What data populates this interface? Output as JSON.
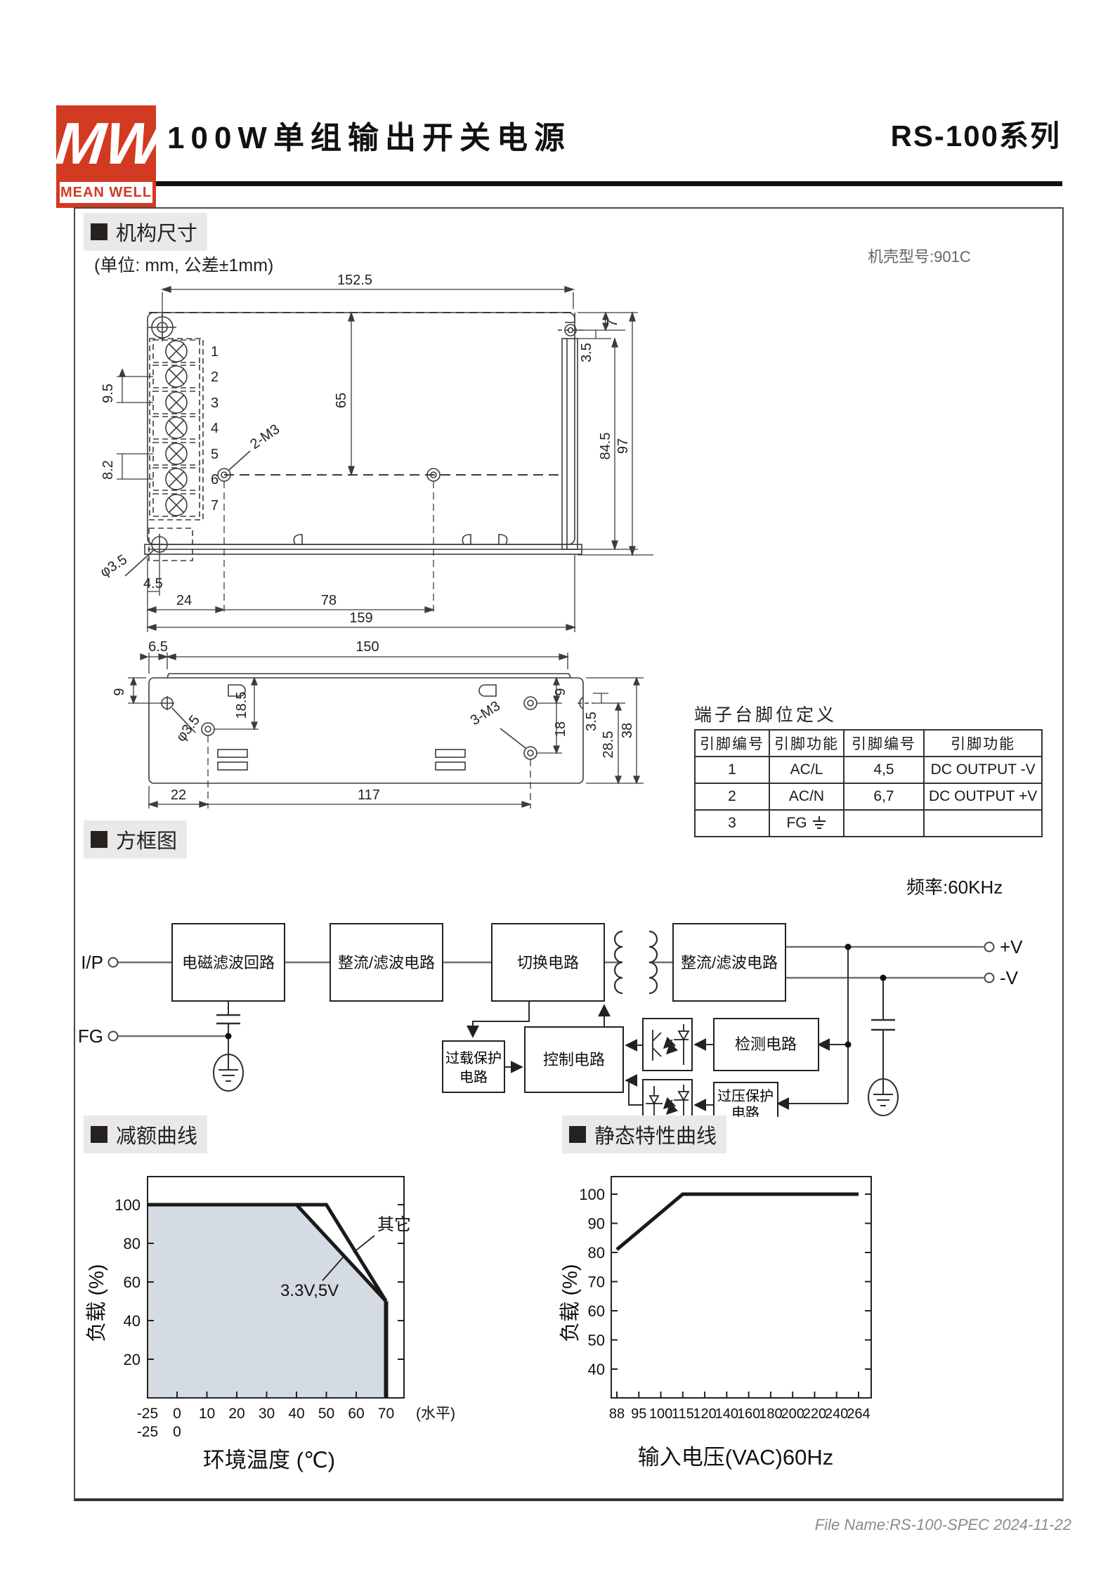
{
  "header": {
    "logo_mw": "MW",
    "logo_text": "MEAN WELL",
    "title": "100W单组输出开关电源",
    "series": "RS-100系列"
  },
  "sections": {
    "mech": "机构尺寸",
    "block": "方框图",
    "derating": "减额曲线",
    "static": "静态特性曲线"
  },
  "mech": {
    "unit_note": "(单位: mm, 公差±1mm)",
    "case_model": "机壳型号:901C",
    "top": {
      "terminals": [
        "1",
        "2",
        "3",
        "4",
        "5",
        "6",
        "7"
      ],
      "dims": {
        "w1525": "152.5",
        "h65": "65",
        "d7": "7",
        "d35": "3.5",
        "d845": "84.5",
        "d97": "97",
        "d95": "9.5",
        "d82": "8.2",
        "m3": "2-M3",
        "phi": "φ3.5",
        "d45": "4.5",
        "d24": "24",
        "d78": "78",
        "d159": "159"
      }
    },
    "bottom": {
      "dims": {
        "d65": "6.5",
        "d150": "150",
        "d9l": "9",
        "d185": "18.5",
        "phi": "φ3.5",
        "m3": "3-M3",
        "d9r": "9",
        "d18": "18",
        "d35": "3.5",
        "d285": "28.5",
        "d38": "38",
        "d22": "22",
        "d117": "117"
      }
    }
  },
  "pin_table": {
    "title": "端子台脚位定义",
    "headers": [
      "引脚编号",
      "引脚功能",
      "引脚编号",
      "引脚功能"
    ],
    "rows": [
      [
        "1",
        "AC/L",
        "4,5",
        "DC OUTPUT -V"
      ],
      [
        "2",
        "AC/N",
        "6,7",
        "DC OUTPUT +V"
      ],
      [
        "3",
        "FG",
        "",
        ""
      ]
    ]
  },
  "block_diagram": {
    "frequency": "频率:60KHz",
    "input_label": "I/P",
    "fg_label": "FG",
    "output_pos": "+V",
    "output_neg": "-V",
    "blocks": {
      "emi": "电磁滤波回路",
      "rect1": "整流/滤波电路",
      "switching": "切换电路",
      "rect2": "整流/滤波电路",
      "overload1": "过载保护",
      "overload2": "电路",
      "control": "控制电路",
      "detection": "检测电路",
      "ovp1": "过压保护",
      "ovp2": "电路"
    }
  },
  "chart_data": [
    {
      "type": "area",
      "title": "减额曲线",
      "xlabel": "环境温度 (℃)",
      "ylabel": "负载 (%)",
      "x_ticks": [
        -25,
        0,
        10,
        20,
        30,
        40,
        50,
        60,
        70
      ],
      "x_tick_extra": "(水平)",
      "x_second_row": [
        "-25",
        "0"
      ],
      "y_ticks": [
        20,
        40,
        60,
        80,
        100
      ],
      "ylim": [
        0,
        115
      ],
      "fill_color": "#d5dbe2",
      "series": [
        {
          "name": "其它",
          "points": [
            [
              -25,
              100
            ],
            [
              50,
              100
            ],
            [
              70,
              50
            ]
          ]
        },
        {
          "name": "3.3V,5V",
          "points": [
            [
              -25,
              100
            ],
            [
              40,
              100
            ],
            [
              70,
              50
            ]
          ],
          "fill": true
        }
      ],
      "drop_line": [
        [
          70,
          50
        ],
        [
          70,
          0
        ]
      ]
    },
    {
      "type": "line",
      "title": "静态特性曲线",
      "xlabel": "输入电压(VAC)60Hz",
      "ylabel": "负载 (%)",
      "x_ticks": [
        88,
        95,
        100,
        115,
        120,
        140,
        160,
        180,
        200,
        220,
        240,
        264
      ],
      "y_ticks": [
        40,
        50,
        60,
        70,
        80,
        90,
        100
      ],
      "points": [
        [
          88,
          81
        ],
        [
          115,
          100
        ],
        [
          264,
          100
        ]
      ]
    }
  ],
  "footer": {
    "file_name": "File Name:RS-100-SPEC  2024-11-22"
  }
}
